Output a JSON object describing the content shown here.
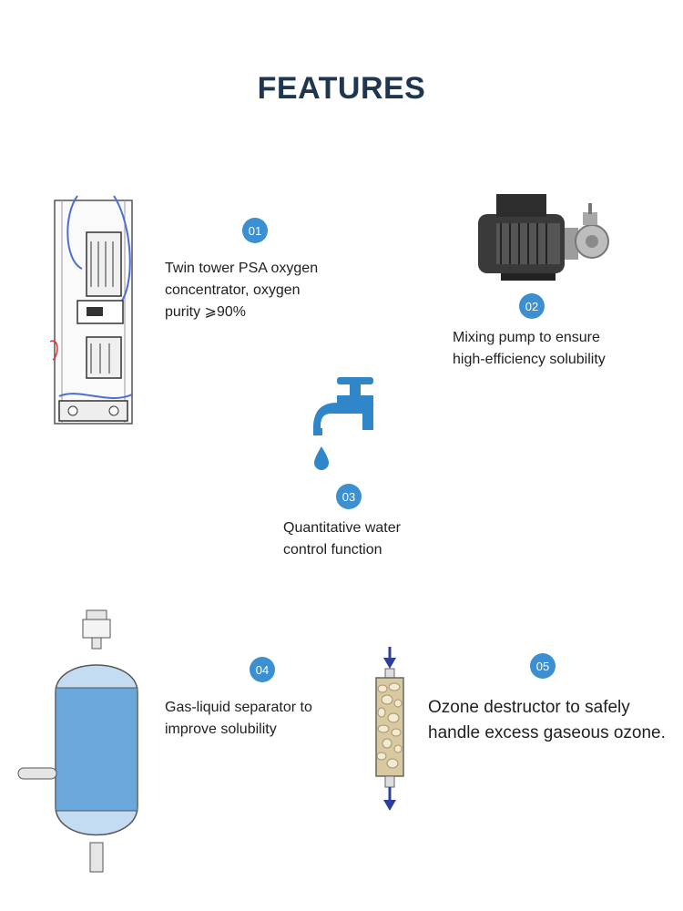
{
  "header": {
    "title": "FEATURES"
  },
  "features": [
    {
      "number": "01",
      "text": "Twin tower PSA oxygen concentrator, oxygen purity ⩾90%",
      "icon": "oxygen-concentrator-icon"
    },
    {
      "number": "02",
      "text": "Mixing pump to ensure high-efficiency solubility",
      "icon": "mixing-pump-icon"
    },
    {
      "number": "03",
      "text": "Quantitative water control function",
      "icon": "water-faucet-icon"
    },
    {
      "number": "04",
      "text": "Gas-liquid separator to improve solubility",
      "icon": "gas-liquid-separator-icon"
    },
    {
      "number": "05",
      "text": "Ozone destructor to safely handle excess gaseous ozone.",
      "icon": "ozone-destructor-icon"
    }
  ],
  "colors": {
    "title": "#1f3650",
    "badge": "#3c8fd0",
    "accent_blue": "#2f86c8"
  }
}
